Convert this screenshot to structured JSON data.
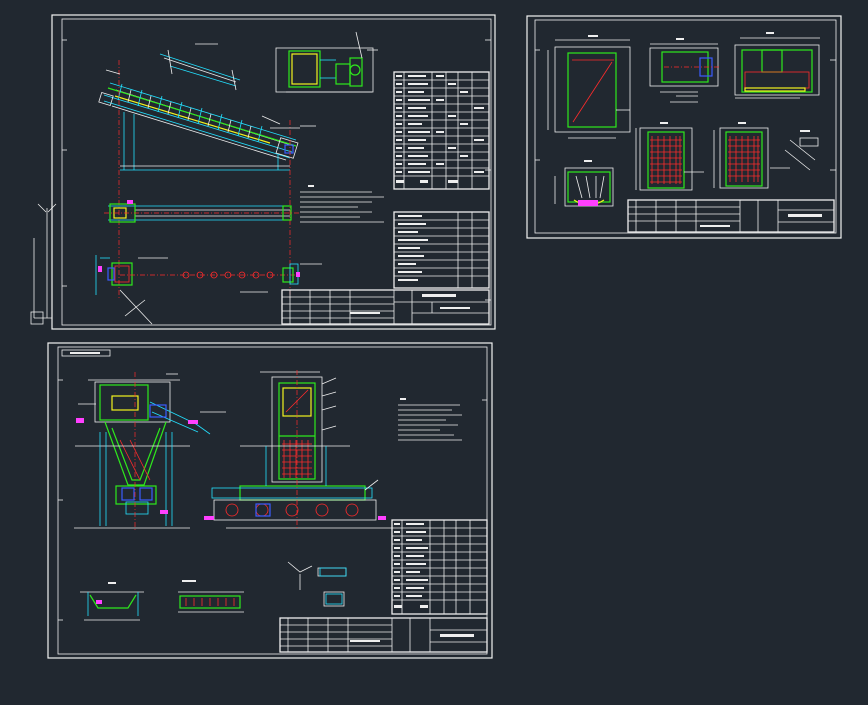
{
  "sheets": [
    {
      "id": "conveyor-assembly",
      "title_block_text": "",
      "notes": []
    },
    {
      "id": "chute-details",
      "title_block_text": "",
      "notes": []
    },
    {
      "id": "hopper-support",
      "title_block_text": "",
      "notes": []
    }
  ],
  "colors": {
    "background": "#212830",
    "frame": "#f2f2f2",
    "cyan": "#23e0ff",
    "green": "#2ee81c",
    "yellow": "#f2f21e",
    "red": "#ff2b2b",
    "magenta": "#ff40ff",
    "blue": "#3a5cff"
  },
  "ucs_icon": {
    "x_label": "",
    "y_label": ""
  }
}
